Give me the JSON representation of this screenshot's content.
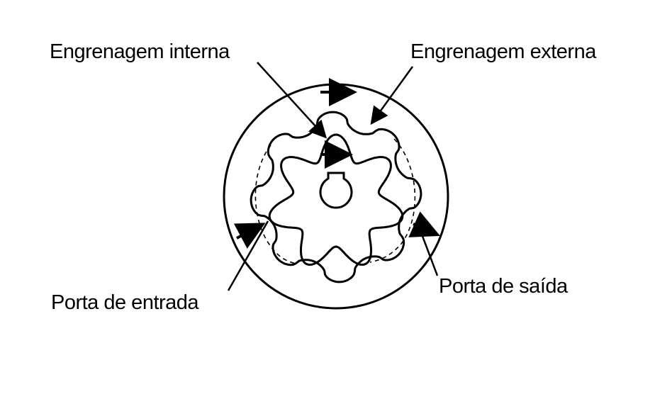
{
  "diagram": {
    "labels": {
      "internal_gear": "Engrenagem interna",
      "external_gear": "Engrenagem externa",
      "inlet_port": "Porta de entrada",
      "outlet_port": "Porta de saída"
    },
    "components": {
      "outer_teeth": 8,
      "inner_teeth": 7
    },
    "colors": {
      "ink": "#000000",
      "background": "#ffffff"
    }
  }
}
